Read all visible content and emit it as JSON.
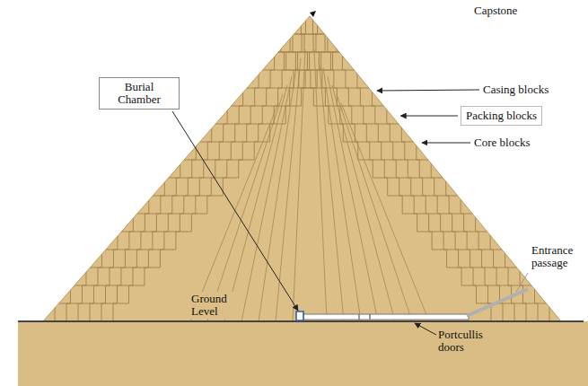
{
  "diagram": {
    "nodes": [
      {
        "text": [
          "Burial Chamber"
        ]
      },
      {
        "text": [
          "Packing blocks"
        ]
      }
    ],
    "labels": [
      "Capstone",
      "Casing blocks",
      "Core blocks",
      "Entrance passage",
      "Ground Level",
      "Portcullis doors"
    ]
  }
}
